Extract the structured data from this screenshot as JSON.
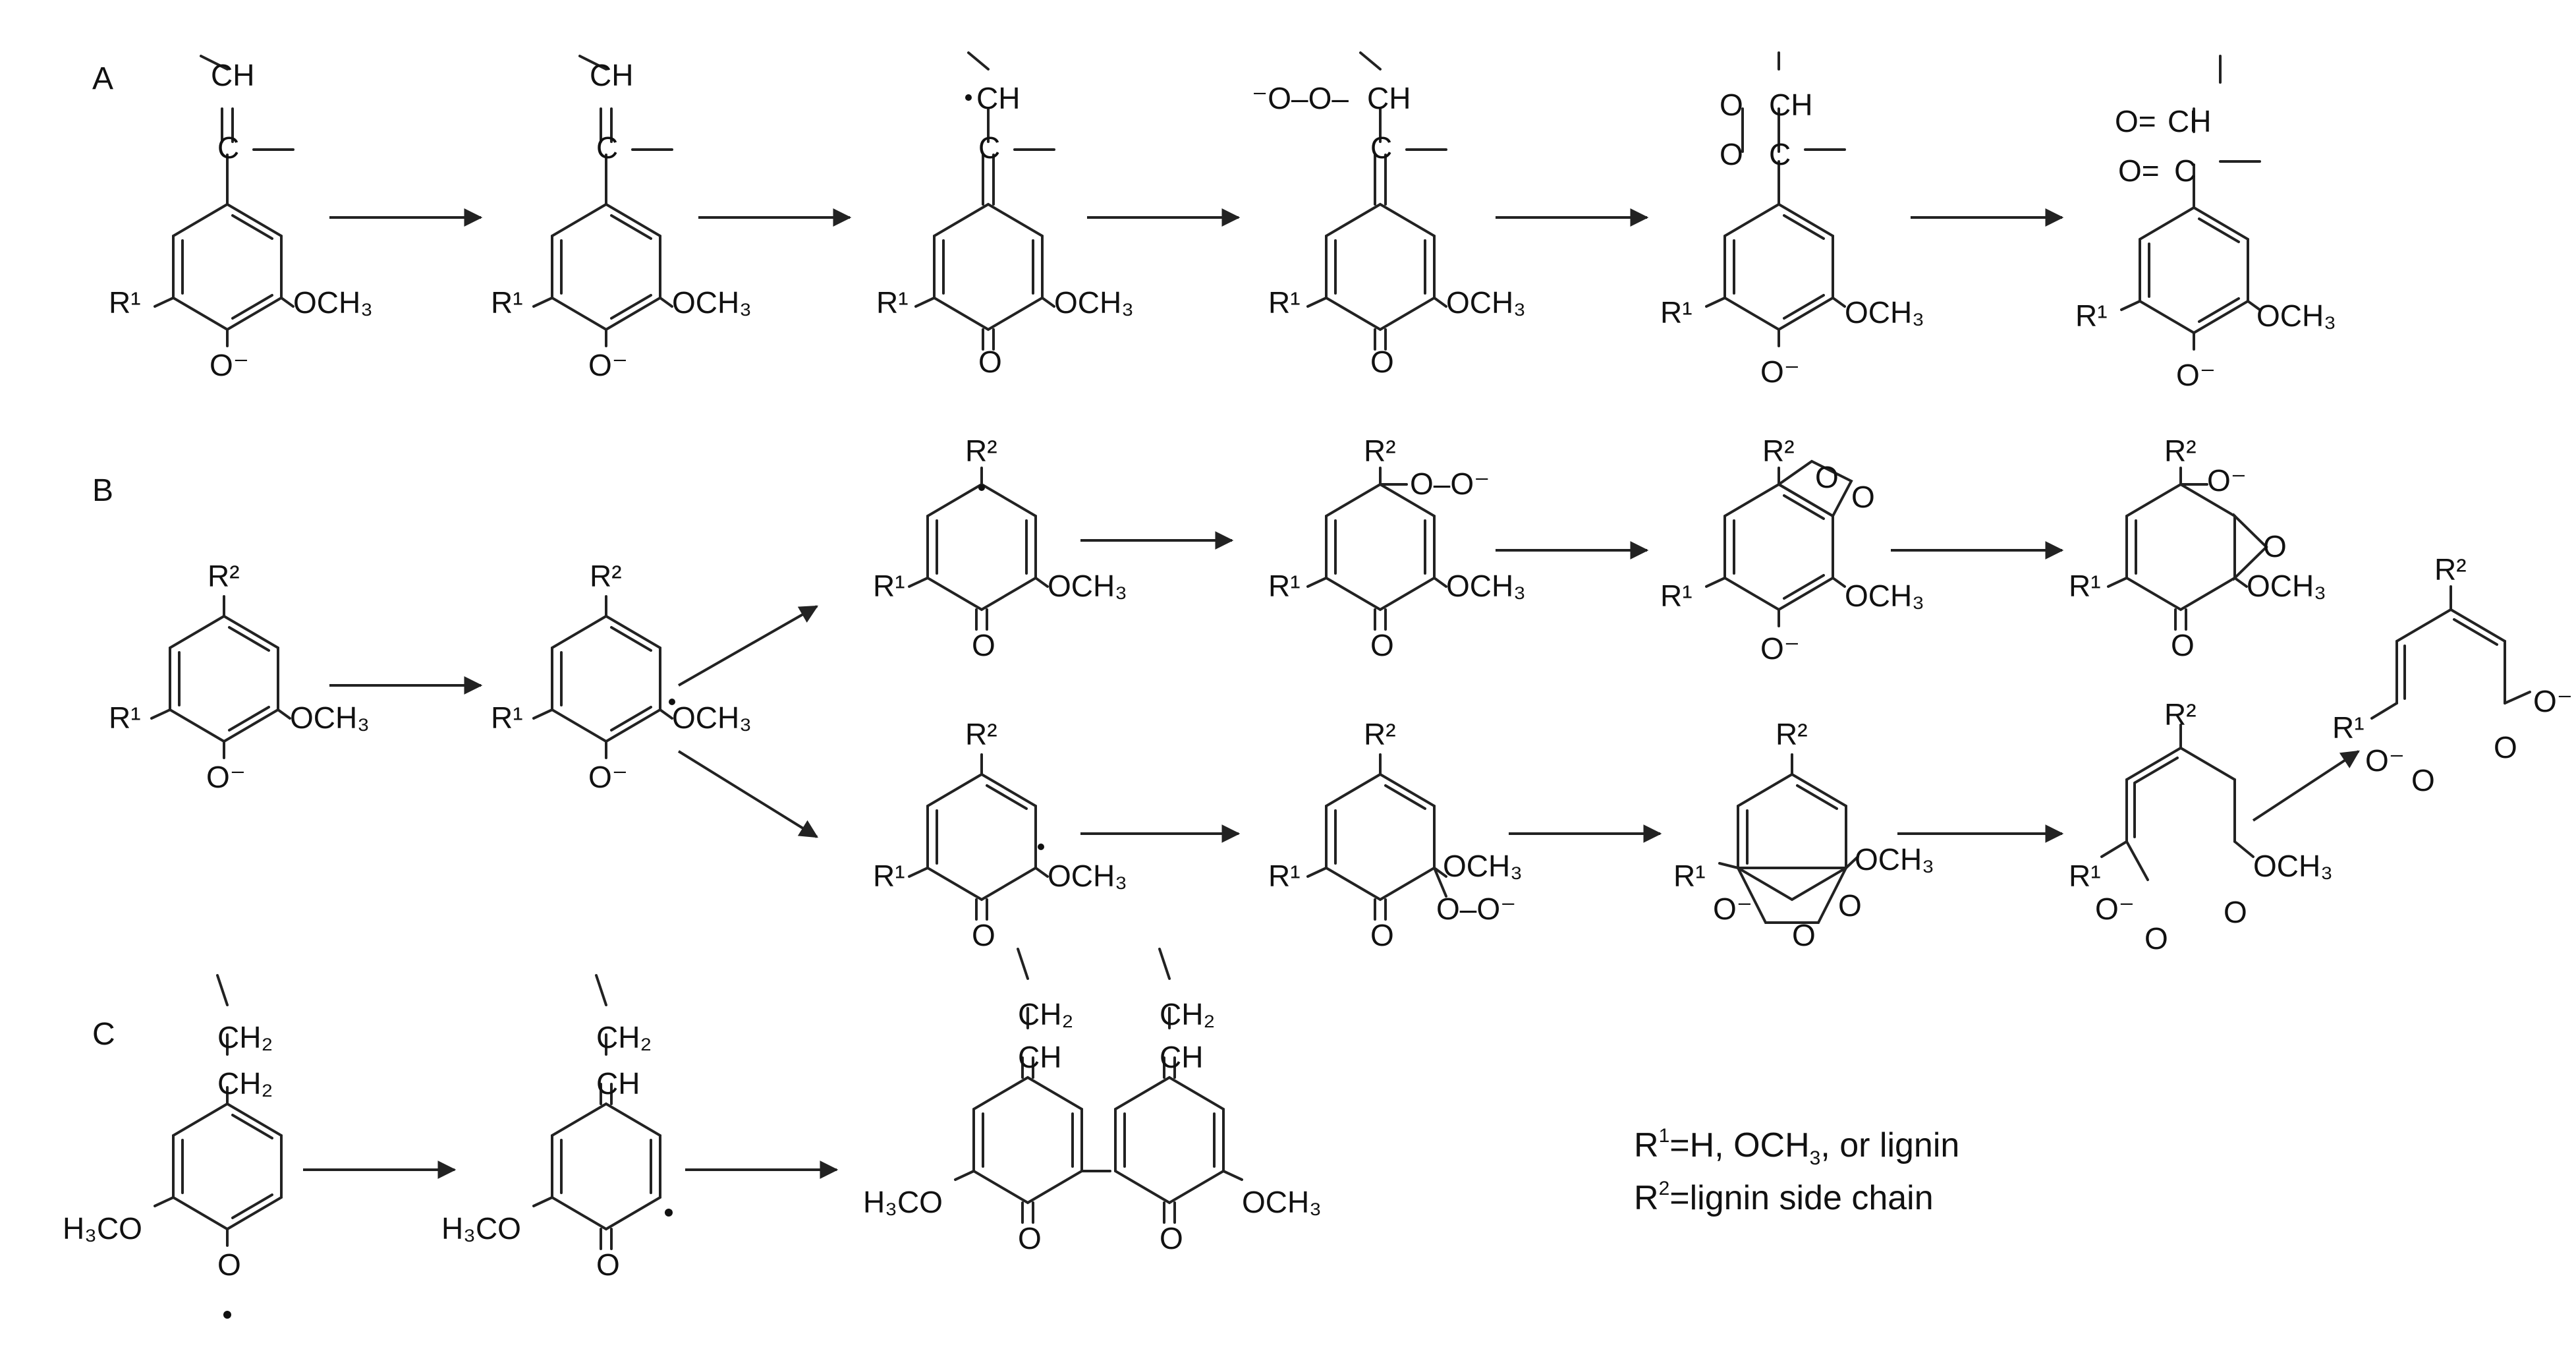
{
  "sections": {
    "a": "A",
    "b": "B",
    "c": "C"
  },
  "legend": {
    "r1": {
      "base": "R",
      "sup": "1",
      "text": "=H, OCH",
      "sub": "3",
      "tail": ", or lignin"
    },
    "r2": {
      "base": "R",
      "sup": "2",
      "text": "=lignin side chain"
    }
  },
  "labels": {
    "ch": "CH",
    "c": "C",
    "o": "O",
    "o_minus": "O⁻",
    "och3": "OCH₃",
    "h3co": "H₃CO",
    "ch2": "CH₂",
    "r1": "R¹",
    "r2": "R²",
    "peroxy_chain": "⁻O–O–",
    "peroxy_ring": "O–O⁻",
    "dioxetane_o": "O",
    "ketone": "O="
  },
  "colors": {
    "ink": "#111111",
    "background": "#ffffff"
  }
}
